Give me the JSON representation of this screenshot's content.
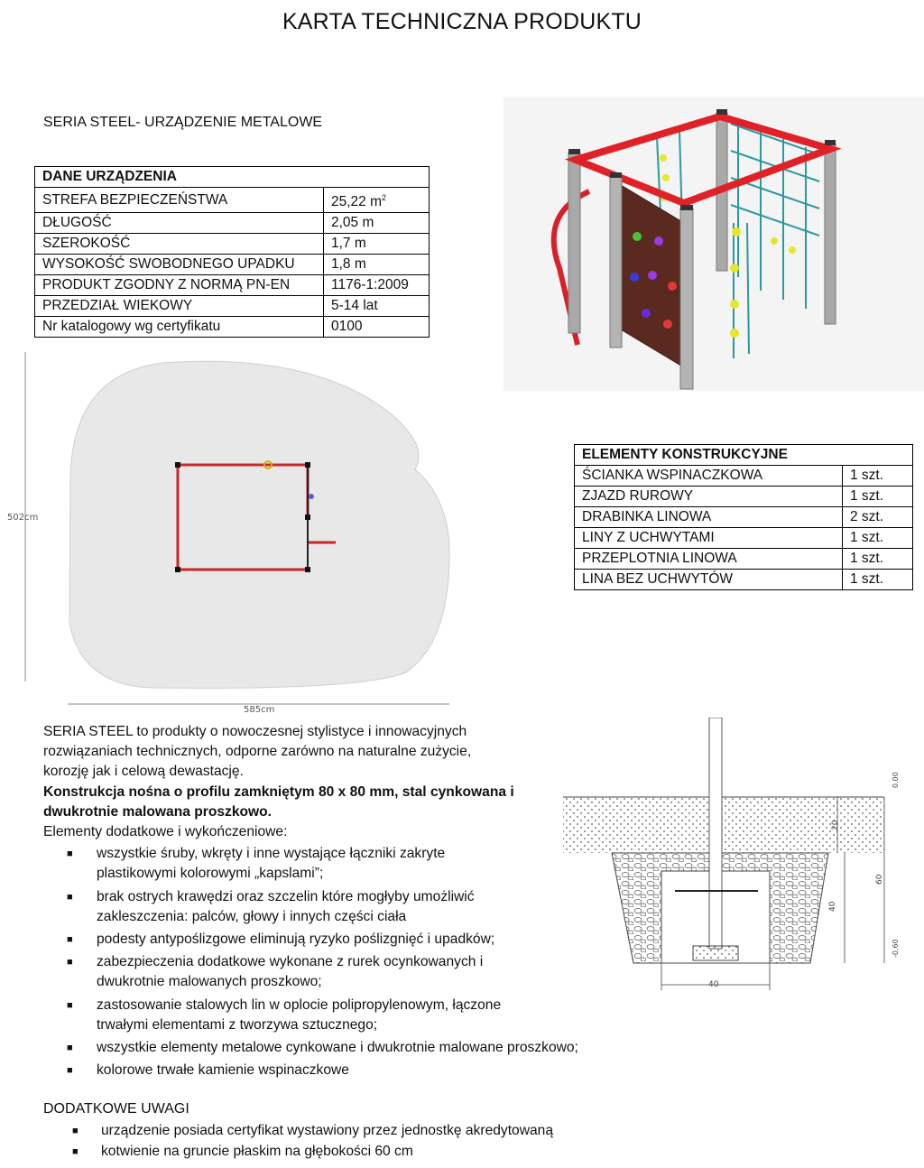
{
  "title": "KARTA TECHNICZNA PRODUKTU",
  "series_line": "SERIA STEEL- URZĄDZENIE METALOWE",
  "device_table": {
    "header": "DANE URZĄDZENIA",
    "rows": [
      {
        "label": "STREFA BEZPIECZEŃSTWA",
        "value": "25,22 m",
        "sup": "2"
      },
      {
        "label": "DŁUGOŚĆ",
        "value": "2,05 m"
      },
      {
        "label": "SZEROKOŚĆ",
        "value": "1,7 m"
      },
      {
        "label": "WYSOKOŚĆ SWOBODNEGO UPADKU",
        "value": "1,8 m"
      },
      {
        "label": "PRODUKT ZGODNY Z NORMĄ PN-EN",
        "value": "1176-1:2009"
      },
      {
        "label": "PRZEDZIAŁ WIEKOWY",
        "value": "5-14 lat"
      },
      {
        "label": "Nr katalogowy wg certyfikatu",
        "value": "0100"
      }
    ]
  },
  "elements_table": {
    "header": "ELEMENTY KONSTRUKCYJNE",
    "rows": [
      {
        "label": "ŚCIANKA WSPINACZKOWA",
        "value": "1 szt."
      },
      {
        "label": "ZJAZD RUROWY",
        "value": "1 szt."
      },
      {
        "label": "DRABINKA LINOWA",
        "value": "2 szt."
      },
      {
        "label": "LINY Z UCHWYTAMI",
        "value": "1 szt."
      },
      {
        "label": "PRZEPLOTNIA LINOWA",
        "value": "1 szt."
      },
      {
        "label": "LINA BEZ UCHWYTÓW",
        "value": "1 szt."
      }
    ]
  },
  "plan_drawing": {
    "height_label": "502cm",
    "width_label": "585cm"
  },
  "section_drawing": {
    "top_level": "0.00",
    "bottom_level": "-0.60",
    "dim_20": "20",
    "dim_40_vertical": "40",
    "dim_60": "60",
    "dim_40_horizontal": "40"
  },
  "description": {
    "intro_1": "SERIA STEEL to produkty o nowoczesnej stylistyce i innowacyjnych",
    "intro_2": "rozwiązaniach technicznych, odporne zarówno na naturalne zużycie,",
    "intro_3": "korozję jak i celową dewastację.",
    "bold_1": "Konstrukcja nośna o  profilu zamkniętym 80 x 80 mm, stal cynkowana i",
    "bold_2": "dwukrotnie malowana proszkowo.",
    "extras_title": "Elementy dodatkowe i wykończeniowe:",
    "bullet_char": "■",
    "bullets": [
      {
        "l1": "wszystkie śruby, wkręty i inne wystające łączniki zakryte",
        "l2": "plastikowymi kolorowymi „kapslami”;"
      },
      {
        "l1": "brak ostrych krawędzi oraz szczelin które mogłyby umożliwić",
        "l2": "zakleszczenia: palców, głowy i innych części ciała"
      },
      {
        "l1": "podesty antypoślizgowe eliminują ryzyko poślizgnięć i upadków;",
        "l2": ""
      },
      {
        "l1": "zabezpieczenia dodatkowe wykonane z rurek ocynkowanych i",
        "l2": "dwukrotnie malowanych proszkowo;"
      },
      {
        "l1": "zastosowanie stalowych lin w oplocie polipropylenowym, łączone",
        "l2": "trwałymi elementami z tworzywa sztucznego;"
      },
      {
        "l1": "wszystkie elementy metalowe cynkowane i dwukrotnie malowane proszkowo;",
        "l2": ""
      },
      {
        "l1": "kolorowe trwałe kamienie wspinaczkowe",
        "l2": ""
      }
    ]
  },
  "notes": {
    "title": "DODATKOWE UWAGI",
    "bullet_char": "■",
    "items": [
      "urządzenie posiada certyfikat wystawiony przez jednostkę akredytowaną",
      "kotwienie na gruncie płaskim na głębokości 60 cm"
    ]
  }
}
